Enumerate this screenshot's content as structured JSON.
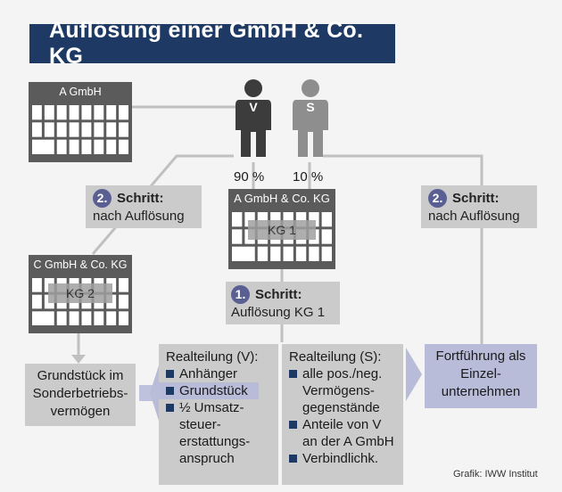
{
  "title": "Auflösung einer GmbH & Co. KG",
  "buildings": {
    "a_gmbh": "A GmbH",
    "a_kg": "A GmbH & Co. KG",
    "kg1": "KG 1",
    "c_kg": "C GmbH & Co. KG",
    "kg2": "KG 2"
  },
  "persons": {
    "v": {
      "letter": "V",
      "share": "90 %"
    },
    "s": {
      "letter": "S",
      "share": "10 %"
    }
  },
  "step2_left": {
    "number": "2.",
    "title": "Schritt:",
    "text": "nach Auflösung"
  },
  "step2_right": {
    "number": "2.",
    "title": "Schritt:",
    "text": "nach Auflösung"
  },
  "step1": {
    "number": "1.",
    "title": "Schritt:",
    "text": "Auflösung KG 1"
  },
  "grundstueck": [
    "Grundstück im",
    "Sonderbetriebs-",
    "vermögen"
  ],
  "realteilung_v": {
    "heading": "Realteilung (V):",
    "items": [
      [
        "Anhänger"
      ],
      [
        "Grundstück"
      ],
      [
        "½ Umsatz-",
        "steuer-",
        "erstattungs-",
        "anspruch"
      ]
    ]
  },
  "realteilung_s": {
    "heading": "Realteilung (S):",
    "items": [
      [
        "alle pos./neg.",
        "Vermögens-",
        "gegenstände"
      ],
      [
        "Anteile von V",
        "an der A GmbH"
      ],
      [
        "Verbindlichk."
      ]
    ]
  },
  "fortfuehrung": [
    "Fortführung als",
    "Einzel-",
    "unternehmen"
  ],
  "credit": "Grafik: IWW Institut",
  "colors": {
    "navy": "#1e3a64",
    "badge": "#5a5f93",
    "gray_box": "#cbcbcb",
    "building": "#5b5b5b",
    "person_v": "#3c3c3c",
    "person_s": "#8e8e8e",
    "lavender": "#b8bcd9"
  }
}
